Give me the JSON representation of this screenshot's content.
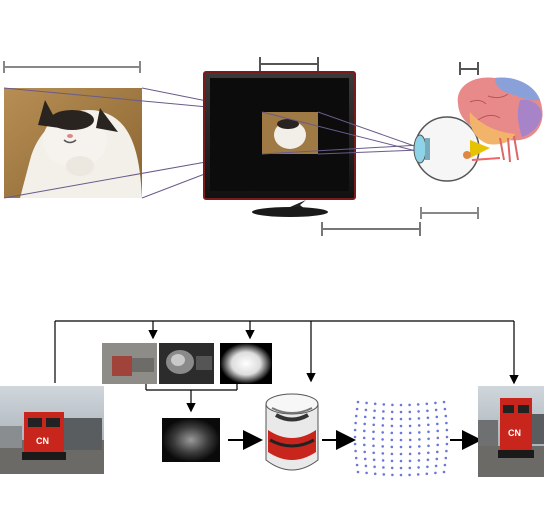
{
  "figure": {
    "top_panel": {
      "scale_bars": [
        "photo-extent",
        "monitor-extent",
        "brain-extent",
        "eye-extent",
        "viewing-distance"
      ]
    },
    "bottom_panel": {
      "stages": [
        "input-photo",
        "feature-maps",
        "combined-saliency",
        "cylinder-warp",
        "dot-grid",
        "output-photo"
      ]
    },
    "colors": {
      "bracket": "#888888",
      "sightline": "#6a5a8a",
      "arrow": "#000000",
      "dots": "#6a78d8",
      "train_red": "#c8261c"
    },
    "icons": [
      "cat-photo",
      "monitor",
      "eye",
      "brain",
      "train-photo",
      "gradient-map",
      "cylinder",
      "dot-grid"
    ]
  }
}
